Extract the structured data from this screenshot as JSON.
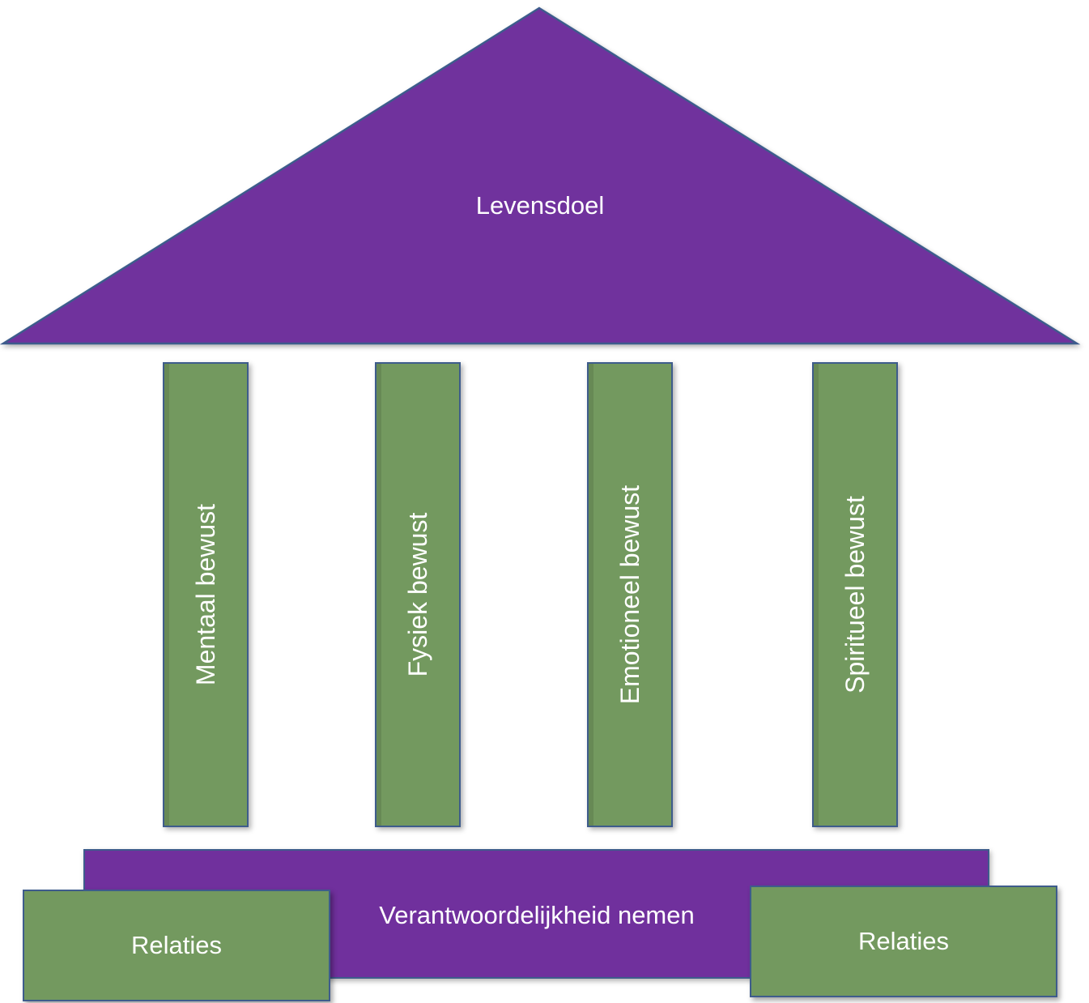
{
  "roof": {
    "label": "Levensdoel",
    "fill": "#70309d",
    "stroke": "#3e5c8c"
  },
  "pillars": [
    {
      "label": "Mentaal bewust"
    },
    {
      "label": "Fysiek bewust"
    },
    {
      "label": "Emotioneel bewust"
    },
    {
      "label": "Spiritueel bewust"
    }
  ],
  "base": {
    "label": "Verantwoordelijkheid nemen",
    "fill": "#70309d"
  },
  "relaties_left": {
    "label": "Relaties"
  },
  "relaties_right": {
    "label": "Relaties"
  },
  "colors": {
    "purple": "#70309d",
    "green": "#73995f",
    "border": "#3e5c8c",
    "text": "#ffffff"
  }
}
